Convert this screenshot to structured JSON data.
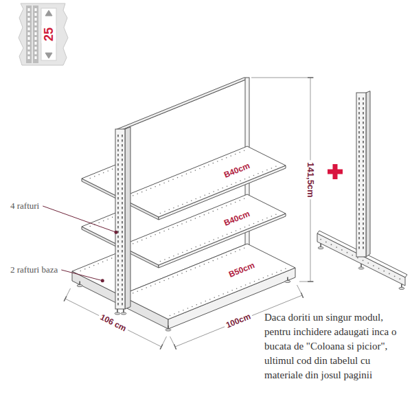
{
  "diagram": {
    "labels": [
      "25",
      "4 rafturi",
      "2 rafturi baza",
      "B40cm",
      "B40cm",
      "B50cm",
      "141,5cm",
      "106 cm",
      "100cm",
      "Daca doriti un singur modul, pentru inchidere adaugati inca o bucata de \"Coloana si picior\", ultimul cod din tabelul cu materiale din josul paginii"
    ]
  }
}
